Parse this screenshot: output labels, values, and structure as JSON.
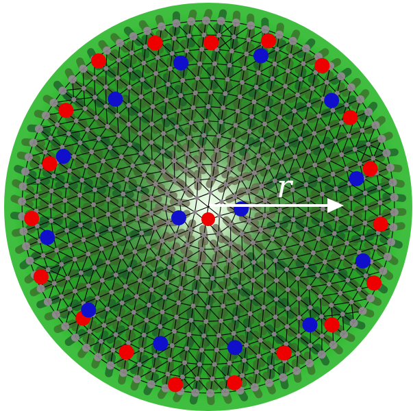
{
  "figure": {
    "label": "r",
    "colors": {
      "disk_outer": "#33bb33",
      "disk_inner": "#1f8f1f",
      "center_glow": "#e8ffe8",
      "mesh_lines": "#000000",
      "node_gray": "#9a8f9a",
      "defect_red": "#ee0000",
      "defect_blue": "#1010cc",
      "arrow": "#ffffff"
    },
    "mesh": {
      "ring_count": 13,
      "nodes_per_ring_step": 6
    },
    "defects": {
      "red_count": 20,
      "blue_count": 14
    }
  }
}
